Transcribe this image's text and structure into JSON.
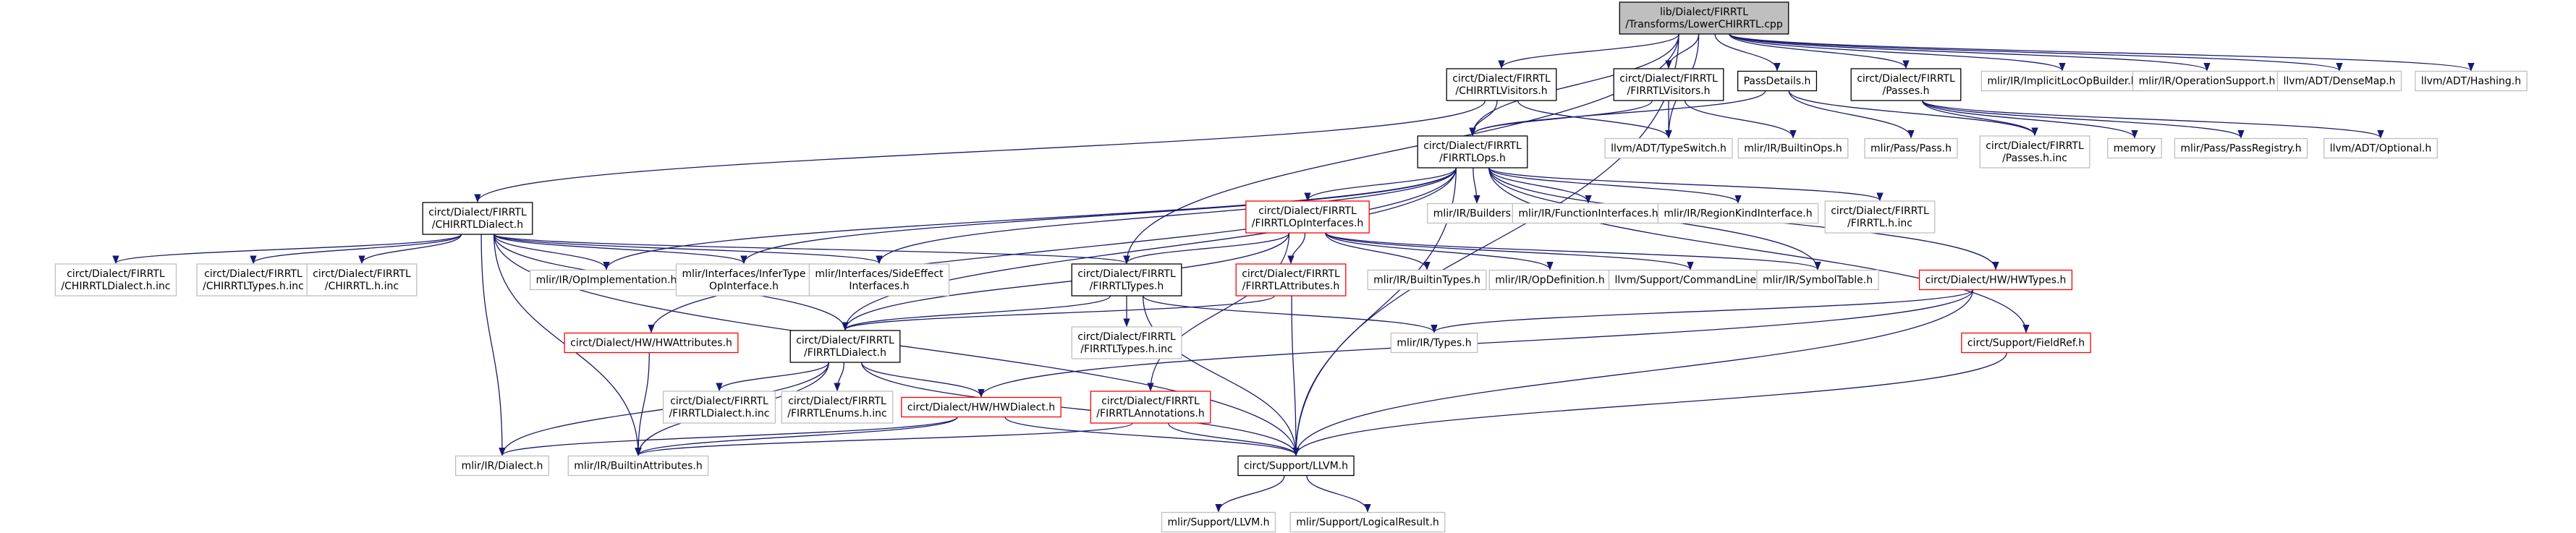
{
  "colors": {
    "edge": "#191970",
    "root_fill": "#bfbfbf",
    "root_border": "#000000",
    "documented_border": "#000000",
    "undocumented_border": "#bfbfbf",
    "incomplete_border": "#ff0000",
    "node_fill": "#ffffff"
  },
  "nodes": [
    {
      "id": "root",
      "lines": [
        "lib/Dialect/FIRRTL",
        "/Transforms/LowerCHIRRTL.cpp"
      ],
      "kind": "root"
    },
    {
      "id": "chirrtlvisitors",
      "lines": [
        "circt/Dialect/FIRRTL",
        "/CHIRRTLVisitors.h"
      ],
      "kind": "documented"
    },
    {
      "id": "firrtlvisitors",
      "lines": [
        "circt/Dialect/FIRRTL",
        "/FIRRTLVisitors.h"
      ],
      "kind": "documented"
    },
    {
      "id": "passdetails",
      "lines": [
        "PassDetails.h"
      ],
      "kind": "documented"
    },
    {
      "id": "passes",
      "lines": [
        "circt/Dialect/FIRRTL",
        "/Passes.h"
      ],
      "kind": "documented"
    },
    {
      "id": "implicitlocop",
      "lines": [
        "mlir/IR/ImplicitLocOpBuilder.h"
      ],
      "kind": "undocumented"
    },
    {
      "id": "opsupport",
      "lines": [
        "mlir/IR/OperationSupport.h"
      ],
      "kind": "undocumented"
    },
    {
      "id": "densemap",
      "lines": [
        "llvm/ADT/DenseMap.h"
      ],
      "kind": "undocumented"
    },
    {
      "id": "hashing",
      "lines": [
        "llvm/ADT/Hashing.h"
      ],
      "kind": "undocumented"
    },
    {
      "id": "firrtlops",
      "lines": [
        "circt/Dialect/FIRRTL",
        "/FIRRTLOps.h"
      ],
      "kind": "documented"
    },
    {
      "id": "typeswitch",
      "lines": [
        "llvm/ADT/TypeSwitch.h"
      ],
      "kind": "undocumented"
    },
    {
      "id": "builtinops",
      "lines": [
        "mlir/IR/BuiltinOps.h"
      ],
      "kind": "undocumented"
    },
    {
      "id": "passh",
      "lines": [
        "mlir/Pass/Pass.h"
      ],
      "kind": "undocumented"
    },
    {
      "id": "passesinc",
      "lines": [
        "circt/Dialect/FIRRTL",
        "/Passes.h.inc"
      ],
      "kind": "undocumented"
    },
    {
      "id": "memory",
      "lines": [
        "memory"
      ],
      "kind": "undocumented"
    },
    {
      "id": "passregistry",
      "lines": [
        "mlir/Pass/PassRegistry.h"
      ],
      "kind": "undocumented"
    },
    {
      "id": "optional",
      "lines": [
        "llvm/ADT/Optional.h"
      ],
      "kind": "undocumented"
    },
    {
      "id": "chirrtldialect",
      "lines": [
        "circt/Dialect/FIRRTL",
        "/CHIRRTLDialect.h"
      ],
      "kind": "documented"
    },
    {
      "id": "builders",
      "lines": [
        "mlir/IR/Builders.h"
      ],
      "kind": "undocumented"
    },
    {
      "id": "functioninterfaces",
      "lines": [
        "mlir/IR/FunctionInterfaces.h"
      ],
      "kind": "undocumented"
    },
    {
      "id": "regionkind",
      "lines": [
        "mlir/IR/RegionKindInterface.h"
      ],
      "kind": "undocumented"
    },
    {
      "id": "firrtlhinc",
      "lines": [
        "circt/Dialect/FIRRTL",
        "/FIRRTL.h.inc"
      ],
      "kind": "undocumented"
    },
    {
      "id": "firrtlopinterfaces",
      "lines": [
        "circt/Dialect/FIRRTL",
        "/FIRRTLOpInterfaces.h"
      ],
      "kind": "incomplete"
    },
    {
      "id": "chirrtldialectinc",
      "lines": [
        "circt/Dialect/FIRRTL",
        "/CHIRRTLDialect.h.inc"
      ],
      "kind": "undocumented"
    },
    {
      "id": "chirrtltypesinc",
      "lines": [
        "circt/Dialect/FIRRTL",
        "/CHIRRTLTypes.h.inc"
      ],
      "kind": "undocumented"
    },
    {
      "id": "chirrtlhinc",
      "lines": [
        "circt/Dialect/FIRRTL",
        "/CHIRRTL.h.inc"
      ],
      "kind": "undocumented"
    },
    {
      "id": "opimplementation",
      "lines": [
        "mlir/IR/OpImplementation.h"
      ],
      "kind": "undocumented"
    },
    {
      "id": "infertype",
      "lines": [
        "mlir/Interfaces/InferType",
        "OpInterface.h"
      ],
      "kind": "undocumented"
    },
    {
      "id": "sideeffect",
      "lines": [
        "mlir/Interfaces/SideEffect",
        "Interfaces.h"
      ],
      "kind": "undocumented"
    },
    {
      "id": "firrtltypes",
      "lines": [
        "circt/Dialect/FIRRTL",
        "/FIRRTLTypes.h"
      ],
      "kind": "documented"
    },
    {
      "id": "firrtlattributes",
      "lines": [
        "circt/Dialect/FIRRTL",
        "/FIRRTLAttributes.h"
      ],
      "kind": "incomplete"
    },
    {
      "id": "builtintypes",
      "lines": [
        "mlir/IR/BuiltinTypes.h"
      ],
      "kind": "undocumented"
    },
    {
      "id": "opdefinition",
      "lines": [
        "mlir/IR/OpDefinition.h"
      ],
      "kind": "undocumented"
    },
    {
      "id": "commandline",
      "lines": [
        "llvm/Support/CommandLine.h"
      ],
      "kind": "undocumented"
    },
    {
      "id": "symboltable",
      "lines": [
        "mlir/IR/SymbolTable.h"
      ],
      "kind": "undocumented"
    },
    {
      "id": "hwtypes",
      "lines": [
        "circt/Dialect/HW/HWTypes.h"
      ],
      "kind": "incomplete"
    },
    {
      "id": "hwattributes",
      "lines": [
        "circt/Dialect/HW/HWAttributes.h"
      ],
      "kind": "incomplete"
    },
    {
      "id": "firrtldialect",
      "lines": [
        "circt/Dialect/FIRRTL",
        "/FIRRTLDialect.h"
      ],
      "kind": "documented"
    },
    {
      "id": "firrtltypesinc",
      "lines": [
        "circt/Dialect/FIRRTL",
        "/FIRRTLTypes.h.inc"
      ],
      "kind": "undocumented"
    },
    {
      "id": "typesh",
      "lines": [
        "mlir/IR/Types.h"
      ],
      "kind": "undocumented"
    },
    {
      "id": "fieldref",
      "lines": [
        "circt/Support/FieldRef.h"
      ],
      "kind": "incomplete"
    },
    {
      "id": "firrtldialectinc",
      "lines": [
        "circt/Dialect/FIRRTL",
        "/FIRRTLDialect.h.inc"
      ],
      "kind": "undocumented"
    },
    {
      "id": "firrtlenumsinc",
      "lines": [
        "circt/Dialect/FIRRTL",
        "/FIRRTLEnums.h.inc"
      ],
      "kind": "undocumented"
    },
    {
      "id": "hwdialect",
      "lines": [
        "circt/Dialect/HW/HWDialect.h"
      ],
      "kind": "incomplete"
    },
    {
      "id": "firrtlannotations",
      "lines": [
        "circt/Dialect/FIRRTL",
        "/FIRRTLAnnotations.h"
      ],
      "kind": "incomplete"
    },
    {
      "id": "dialecth",
      "lines": [
        "mlir/IR/Dialect.h"
      ],
      "kind": "undocumented"
    },
    {
      "id": "builtinattributes",
      "lines": [
        "mlir/IR/BuiltinAttributes.h"
      ],
      "kind": "undocumented"
    },
    {
      "id": "supportllvm",
      "lines": [
        "circt/Support/LLVM.h"
      ],
      "kind": "documented"
    },
    {
      "id": "mlirsupportllvm",
      "lines": [
        "mlir/Support/LLVM.h"
      ],
      "kind": "undocumented"
    },
    {
      "id": "logicalresult",
      "lines": [
        "mlir/Support/LogicalResult.h"
      ],
      "kind": "undocumented"
    }
  ],
  "edges": [
    [
      "root",
      "chirrtlvisitors"
    ],
    [
      "root",
      "firrtlvisitors"
    ],
    [
      "root",
      "passdetails"
    ],
    [
      "root",
      "passes"
    ],
    [
      "root",
      "implicitlocop"
    ],
    [
      "root",
      "opsupport"
    ],
    [
      "root",
      "densemap"
    ],
    [
      "root",
      "hashing"
    ],
    [
      "root",
      "firrtlops"
    ],
    [
      "root",
      "typeswitch"
    ],
    [
      "root",
      "firrtltypes"
    ],
    [
      "root",
      "supportllvm"
    ],
    [
      "chirrtlvisitors",
      "chirrtldialect"
    ],
    [
      "chirrtlvisitors",
      "firrtlops"
    ],
    [
      "chirrtlvisitors",
      "typeswitch"
    ],
    [
      "firrtlvisitors",
      "firrtlops"
    ],
    [
      "firrtlvisitors",
      "typeswitch"
    ],
    [
      "firrtlvisitors",
      "builtinops"
    ],
    [
      "passdetails",
      "firrtlops"
    ],
    [
      "passdetails",
      "passh"
    ],
    [
      "passdetails",
      "passesinc"
    ],
    [
      "passes",
      "passesinc"
    ],
    [
      "passes",
      "memory"
    ],
    [
      "passes",
      "passregistry"
    ],
    [
      "passes",
      "optional"
    ],
    [
      "firrtlops",
      "builders"
    ],
    [
      "firrtlops",
      "functioninterfaces"
    ],
    [
      "firrtlops",
      "regionkind"
    ],
    [
      "firrtlops",
      "firrtlhinc"
    ],
    [
      "firrtlops",
      "firrtlopinterfaces"
    ],
    [
      "firrtlops",
      "opimplementation"
    ],
    [
      "firrtlops",
      "infertype"
    ],
    [
      "firrtlops",
      "sideeffect"
    ],
    [
      "firrtlops",
      "firrtldialect"
    ],
    [
      "firrtlops",
      "symboltable"
    ],
    [
      "firrtlops",
      "hwtypes"
    ],
    [
      "firrtlops",
      "fieldref"
    ],
    [
      "firrtlops",
      "supportllvm"
    ],
    [
      "firrtlops",
      "hwattributes"
    ],
    [
      "chirrtldialect",
      "chirrtldialectinc"
    ],
    [
      "chirrtldialect",
      "chirrtltypesinc"
    ],
    [
      "chirrtldialect",
      "chirrtlhinc"
    ],
    [
      "chirrtldialect",
      "opimplementation"
    ],
    [
      "chirrtldialect",
      "infertype"
    ],
    [
      "chirrtldialect",
      "sideeffect"
    ],
    [
      "chirrtldialect",
      "firrtltypes"
    ],
    [
      "chirrtldialect",
      "firrtldialect"
    ],
    [
      "chirrtldialect",
      "dialecth"
    ],
    [
      "chirrtldialect",
      "builtinattributes"
    ],
    [
      "chirrtldialect",
      "supportllvm"
    ],
    [
      "firrtlopinterfaces",
      "firrtltypes"
    ],
    [
      "firrtlopinterfaces",
      "firrtlattributes"
    ],
    [
      "firrtlopinterfaces",
      "builtintypes"
    ],
    [
      "firrtlopinterfaces",
      "opdefinition"
    ],
    [
      "firrtlopinterfaces",
      "commandline"
    ],
    [
      "firrtlopinterfaces",
      "symboltable"
    ],
    [
      "firrtlopinterfaces",
      "firrtlannotations"
    ],
    [
      "firrtlopinterfaces",
      "firrtldialect"
    ],
    [
      "firrtltypes",
      "firrtldialect"
    ],
    [
      "firrtltypes",
      "firrtltypesinc"
    ],
    [
      "firrtltypes",
      "typesh"
    ],
    [
      "firrtltypes",
      "supportllvm"
    ],
    [
      "firrtlattributes",
      "firrtldialect"
    ],
    [
      "firrtlattributes",
      "supportllvm"
    ],
    [
      "hwtypes",
      "typesh"
    ],
    [
      "hwtypes",
      "hwdialect"
    ],
    [
      "hwtypes",
      "supportllvm"
    ],
    [
      "hwattributes",
      "builtinattributes"
    ],
    [
      "firrtldialect",
      "firrtldialectinc"
    ],
    [
      "firrtldialect",
      "firrtlenumsinc"
    ],
    [
      "firrtldialect",
      "hwdialect"
    ],
    [
      "firrtldialect",
      "dialecth"
    ],
    [
      "firrtldialect",
      "builtinattributes"
    ],
    [
      "firrtldialect",
      "supportllvm"
    ],
    [
      "fieldref",
      "supportllvm"
    ],
    [
      "hwdialect",
      "dialecth"
    ],
    [
      "hwdialect",
      "builtinattributes"
    ],
    [
      "hwdialect",
      "supportllvm"
    ],
    [
      "firrtlannotations",
      "builtinattributes"
    ],
    [
      "firrtlannotations",
      "supportllvm"
    ],
    [
      "supportllvm",
      "mlirsupportllvm"
    ],
    [
      "supportllvm",
      "logicalresult"
    ]
  ]
}
